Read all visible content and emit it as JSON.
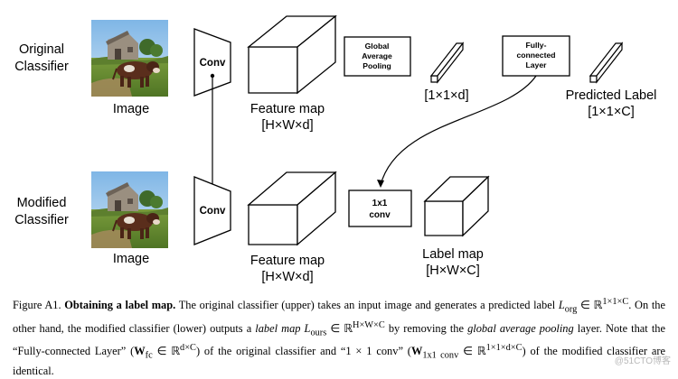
{
  "rows": {
    "original": {
      "title_line1": "Original",
      "title_line2": "Classifier",
      "image_label": "Image",
      "conv_label": "Conv",
      "feature_title": "Feature map",
      "feature_dims": "[H×W×d]",
      "gap_line1": "Global",
      "gap_line2": "Average",
      "gap_line3": "Pooling",
      "pooled_dims": "[1×1×d]",
      "fc_line1": "Fully-",
      "fc_line2": "connected",
      "fc_line3": "Layer",
      "pred_title": "Predicted Label",
      "pred_dims": "[1×1×C]"
    },
    "modified": {
      "title_line1": "Modified",
      "title_line2": "Classifier",
      "image_label": "Image",
      "conv_label": "Conv",
      "feature_title": "Feature map",
      "feature_dims": "[H×W×d]",
      "conv1x1_line1": "1x1",
      "conv1x1_line2": "conv",
      "labelmap_title": "Label map",
      "labelmap_dims": "[H×W×C]"
    }
  },
  "icons": {
    "photo": "cow-photo-icon"
  },
  "caption": {
    "fig": "Figure A1.",
    "title": "Obtaining a label map.",
    "s1": "The original classifier (upper) takes an input image and generates a predicted label",
    "l_org": "L",
    "l_org_sub": "org",
    "in1": "∈ ℝ",
    "sup1": "1×1×C",
    "s2": ". On the other hand, the modified classifier (lower) outputs a",
    "labelmap": "label map",
    "l_ours": "L",
    "l_ours_sub": "ours",
    "in2": "∈ ℝ",
    "sup2": "H×W×C",
    "s3": "by removing the",
    "gap": "global average pooling",
    "s4": "layer. Note that the “Fully-connected Layer” (",
    "w_fc": "W",
    "w_fc_sub": "fc",
    "in3": "∈ ℝ",
    "sup3": "d×C",
    "s5": ") of the original classifier and “1 × 1 conv” (",
    "w_conv": "W",
    "w_conv_sub": "1x1 conv",
    "in4": "∈ ℝ",
    "sup4": "1×1×d×C",
    "s6": ") of the modified classifier are identical."
  },
  "watermark": "@51CTO博客"
}
